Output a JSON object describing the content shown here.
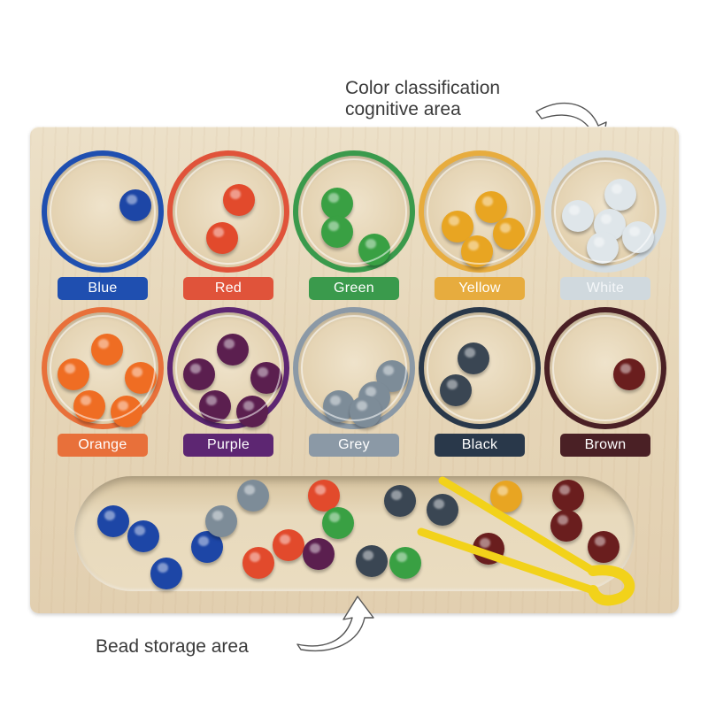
{
  "annotations": {
    "top_line1": "Color classification",
    "top_line2": "cognitive area",
    "bottom": "Bead storage area"
  },
  "bins": [
    {
      "label": "Blue",
      "color": "#1f4fb0",
      "label_color": "#1f4fb0",
      "bead_color": "#1d46a6",
      "bead_count": 1
    },
    {
      "label": "Red",
      "color": "#e0533a",
      "label_color": "#e0533a",
      "bead_color": "#e24a2c",
      "bead_count": 2
    },
    {
      "label": "Green",
      "color": "#3a9a4c",
      "label_color": "#3a9a4c",
      "bead_color": "#39a043",
      "bead_count": 3
    },
    {
      "label": "Yellow",
      "color": "#e7ac3e",
      "label_color": "#e7ac3e",
      "bead_color": "#e8a522",
      "bead_count": 4
    },
    {
      "label": "White",
      "color": "#d4dde2",
      "label_color": "#d0d9de",
      "bead_color": "#dfe6ea",
      "bead_count": 5
    },
    {
      "label": "Orange",
      "color": "#e8703a",
      "label_color": "#e8703a",
      "bead_color": "#ef6d23",
      "bead_count": 5
    },
    {
      "label": "Purple",
      "color": "#5d2672",
      "label_color": "#5d2672",
      "bead_color": "#5b1f4f",
      "bead_count": 5
    },
    {
      "label": "Grey",
      "color": "#8b99a6",
      "label_color": "#8b99a6",
      "bead_color": "#7d8c98",
      "bead_count": 4
    },
    {
      "label": "Black",
      "color": "#29384a",
      "label_color": "#29384a",
      "bead_color": "#3a4653",
      "bead_count": 2
    },
    {
      "label": "Brown",
      "color": "#4a2025",
      "label_color": "#4a2025",
      "bead_color": "#6a1e1e",
      "bead_count": 1
    }
  ],
  "storage_beads": [
    {
      "color": "#1d46a6"
    },
    {
      "color": "#1d46a6"
    },
    {
      "color": "#1d46a6"
    },
    {
      "color": "#1d46a6"
    },
    {
      "color": "#7d8c98"
    },
    {
      "color": "#7d8c98"
    },
    {
      "color": "#e24a2c"
    },
    {
      "color": "#e24a2c"
    },
    {
      "color": "#e24a2c"
    },
    {
      "color": "#39a043"
    },
    {
      "color": "#5b1f4f"
    },
    {
      "color": "#3a4653"
    },
    {
      "color": "#3a4653"
    },
    {
      "color": "#3a4653"
    },
    {
      "color": "#39a043"
    },
    {
      "color": "#e8a522"
    },
    {
      "color": "#6a1e1e"
    },
    {
      "color": "#6a1e1e"
    },
    {
      "color": "#6a1e1e"
    },
    {
      "color": "#6a1e1e"
    }
  ],
  "tweezers": {
    "color": "#f2d21a"
  },
  "board": {
    "wood_color": "#e8dbc0"
  }
}
